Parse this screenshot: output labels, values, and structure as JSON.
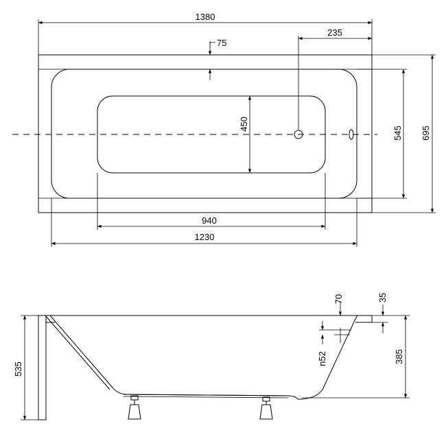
{
  "top_view": {
    "dimensions": {
      "overall_length": "1380",
      "rim_width": "75",
      "drain_offset": "235",
      "bottom_width": "450",
      "inner_width": "545",
      "overall_width": "695",
      "bottom_length": "940",
      "inner_length": "1230"
    }
  },
  "side_view": {
    "dimensions": {
      "overflow_offset": "70",
      "rim_thickness": "35",
      "overflow_diameter": "n52",
      "total_height": "535",
      "depth": "385"
    }
  }
}
